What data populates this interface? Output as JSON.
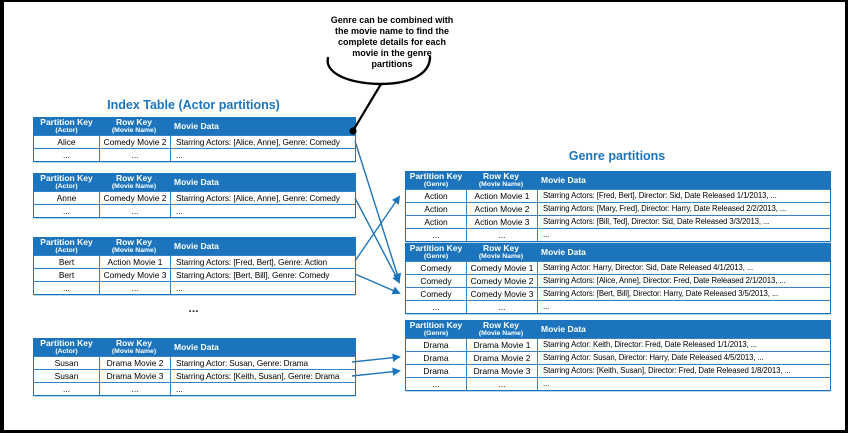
{
  "callout": {
    "text": "Genre can be combined with\nthe movie name to find the\ncomplete details for each\nmovie in the genre\npartitions"
  },
  "index_section": {
    "title": "Index Table (Actor partitions)",
    "separator": "...",
    "header": {
      "col1": "Partition Key",
      "col1_sub": "(Actor)",
      "col2": "Row Key",
      "col2_sub": "(Movie Name)",
      "col3": "Movie Data"
    },
    "tables": [
      {
        "name": "alice",
        "rows": [
          [
            "Alice",
            "Comedy Movie 2",
            "Starring Actors: [Alice, Anne], Genre: Comedy"
          ],
          [
            "...",
            "...",
            "..."
          ]
        ]
      },
      {
        "name": "anne",
        "rows": [
          [
            "Anne",
            "Comedy Movie 2",
            "Starring Actors: [Alice, Anne], Genre: Comedy"
          ],
          [
            "...",
            "...",
            "..."
          ]
        ]
      },
      {
        "name": "bert",
        "rows": [
          [
            "Bert",
            "Action Movie 1",
            "Starring Actors: [Fred, Bert], Genre: Action"
          ],
          [
            "Bert",
            "Comedy Movie 3",
            "Starring Actors: [Bert, Bill], Genre: Comedy"
          ],
          [
            "...",
            "...",
            "..."
          ]
        ]
      },
      {
        "name": "susan",
        "rows": [
          [
            "Susan",
            "Drama Movie 2",
            "Starring Actor: Susan, Genre: Drama"
          ],
          [
            "Susan",
            "Drama Movie 3",
            "Starring Actors: [Keith, Susan], Genre: Drama"
          ],
          [
            "...",
            "...",
            "..."
          ]
        ]
      }
    ]
  },
  "genre_section": {
    "title": "Genre partitions",
    "header": {
      "col1": "Partition Key",
      "col1_sub": "(Genre)",
      "col2": "Row Key",
      "col2_sub": "(Movie Name)",
      "col3": "Movie Data"
    },
    "tables": [
      {
        "name": "action",
        "rows": [
          [
            "Action",
            "Action Movie 1",
            "Starring Actors: [Fred, Bert], Director: Sid, Date Released 1/1/2013, ..."
          ],
          [
            "Action",
            "Action Movie 2",
            "Starring Actors: [Mary, Fred], Director: Harry, Date Released 2/2/2013, ..."
          ],
          [
            "Action",
            "Action Movie 3",
            "Starring Actors: [Bill, Ted], Director: Sid, Date Released 3/3/2013, ..."
          ],
          [
            "...",
            "...",
            "..."
          ]
        ]
      },
      {
        "name": "comedy",
        "rows": [
          [
            "Comedy",
            "Comedy Movie 1",
            "Starring Actor: Harry, Director: Sid, Date Released 4/1/2013, ..."
          ],
          [
            "Comedy",
            "Comedy Movie 2",
            "Starring Actors: [Alice, Anne], Director: Fred, Date Released 2/1/2013, ..."
          ],
          [
            "Comedy",
            "Comedy Movie 3",
            "Starring Actors: [Bert, Bill], Director: Harry, Date Released 3/5/2013, ..."
          ],
          [
            "...",
            "...",
            "..."
          ]
        ]
      },
      {
        "name": "drama",
        "rows": [
          [
            "Drama",
            "Drama Movie 1",
            "Starring Actor: Keith, Director: Fred, Date Released 1/1/2013, ..."
          ],
          [
            "Drama",
            "Drama Movie 2",
            "Starring Actor: Susan, Director: Harry, Date Released 4/5/2013, ..."
          ],
          [
            "Drama",
            "Drama Movie 3",
            "Starring Actors: [Keith, Susan], Director: Fred, Date Released 1/8/2013, ..."
          ],
          [
            "...",
            "...",
            "..."
          ]
        ]
      }
    ]
  },
  "colors": {
    "accent_blue": "#1C75BC",
    "grid_blue": "#3582C4",
    "callout_black": "#000000"
  }
}
